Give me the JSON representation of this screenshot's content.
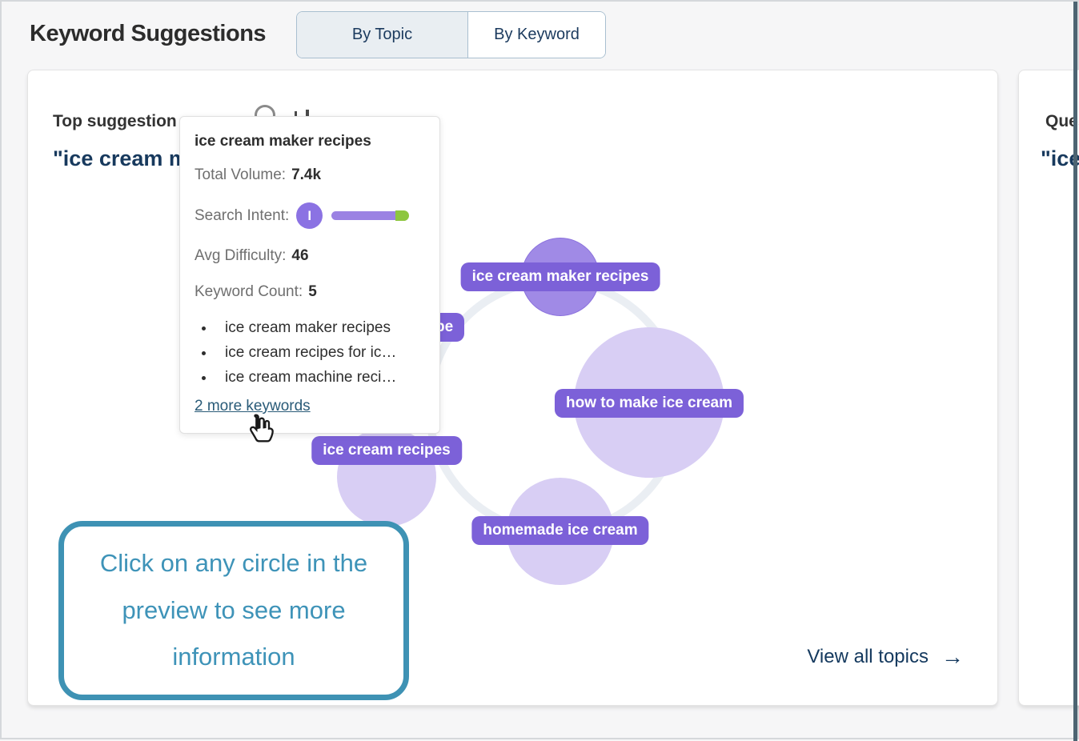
{
  "header": {
    "title": "Keyword Suggestions",
    "tabs": [
      {
        "label": "By Topic",
        "active": true
      },
      {
        "label": "By Keyword",
        "active": false
      }
    ]
  },
  "topic_card": {
    "heading": "Top suggestion",
    "top_suggestion": "\"ice cream maker recipes\"",
    "callout_text": "Click on any circle in the preview to see more information",
    "view_all_label": "View all topics",
    "view_all_arrow": "→"
  },
  "question_card": {
    "heading": "Questions",
    "suggestion": "\"ice cream maker recipes\""
  },
  "tooltip": {
    "title": "ice cream maker recipes",
    "total_volume_label": "Total Volume:",
    "total_volume_value": "7.4k",
    "search_intent_label": "Search Intent:",
    "intent_icon_letter": "I",
    "avg_difficulty_label": "Avg Difficulty:",
    "avg_difficulty_value": "46",
    "keyword_count_label": "Keyword Count:",
    "keyword_count_value": "5",
    "keywords": [
      "ice cream maker recipes",
      "ice cream recipes for ic…",
      "ice cream machine reci…"
    ],
    "more_link": "2 more keywords"
  },
  "bubbles": [
    {
      "label": "ice cream maker recipes"
    },
    {
      "label": "how to make ice cream"
    },
    {
      "label": "ice cream recipes"
    },
    {
      "label": "homemade ice cream"
    },
    {
      "label": "pe"
    }
  ],
  "colors": {
    "pill_purple": "#7c61d8",
    "bubble_dark": "#a08ae6",
    "bubble_light": "#d8cef4",
    "ring_gray": "#eaeef3",
    "intent_purple": "#9b82e3",
    "intent_green": "#8dc63f",
    "callout_teal": "#3e92b4",
    "navy_text": "#17395d",
    "tab_active_bg": "#e9eef2"
  }
}
